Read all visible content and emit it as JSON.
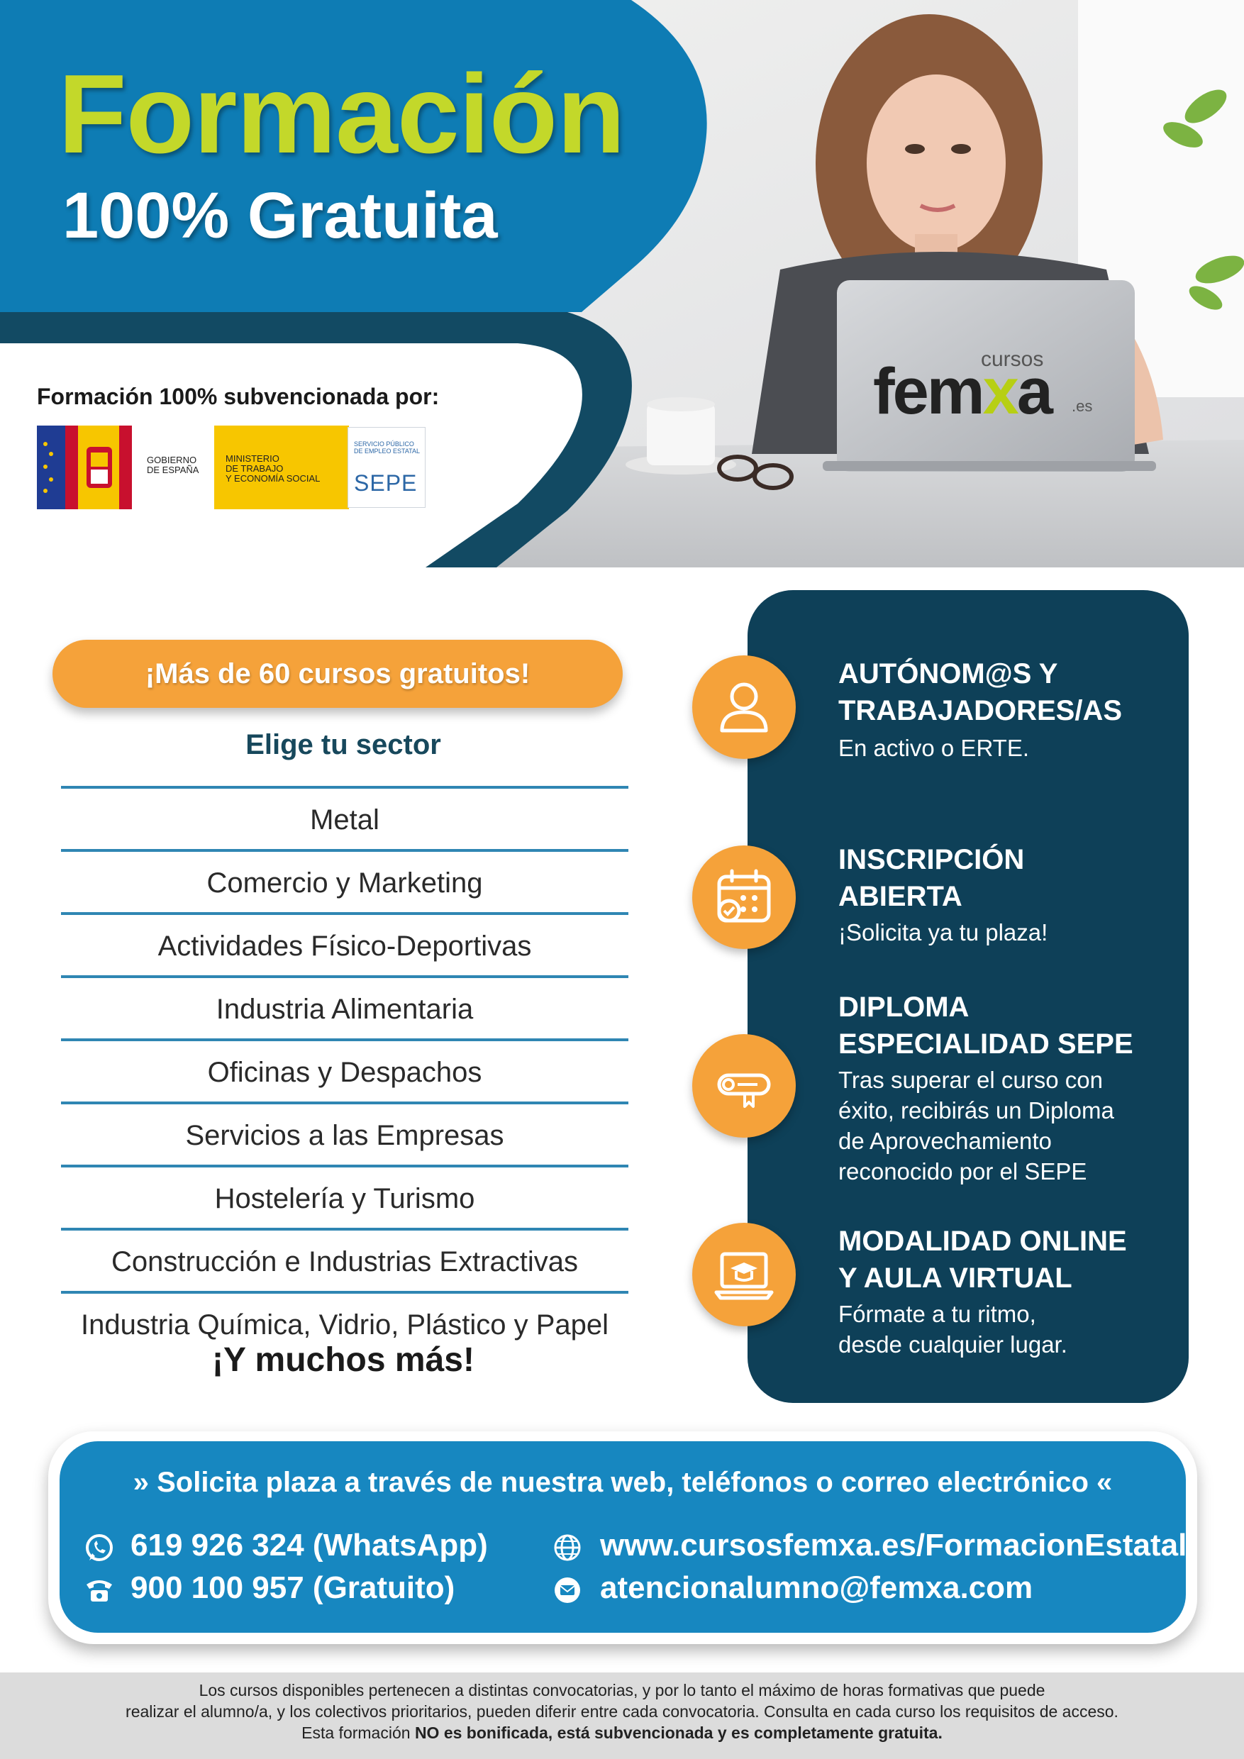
{
  "hero": {
    "title": "Formación",
    "subtitle": "100% Gratuita",
    "subsidy_label": "Formación 100% subvencionada por:"
  },
  "funders": {
    "gov_line1": "GOBIERNO",
    "gov_line2": "DE ESPAÑA",
    "ministry_line1": "MINISTERIO",
    "ministry_line2": "DE TRABAJO",
    "ministry_line3": "Y ECONOMÍA SOCIAL",
    "sepe_small": "SERVICIO PÚBLICO DE EMPLEO ESTATAL",
    "sepe_name": "SEPE"
  },
  "brand": {
    "sub": "cursos",
    "name_start": "fem",
    "name_x": "x",
    "name_end": "a",
    "tld": ".es"
  },
  "courses": {
    "pill_label": "¡Más de 60 cursos gratuitos!",
    "heading": "Elige tu sector",
    "sectors": [
      "Metal",
      "Comercio y Marketing",
      "Actividades Físico-Deportivas",
      "Industria Alimentaria",
      "Oficinas y Despachos",
      "Servicios a las Empresas",
      "Hostelería y Turismo",
      "Construcción e Industrias Extractivas",
      "Industria Química, Vidrio, Plástico y Papel"
    ],
    "more": "¡Y muchos más!"
  },
  "features": [
    {
      "icon": "person-icon",
      "title1": "AUTÓNOM@S Y",
      "title2": "TRABAJADORES/AS",
      "text": [
        "En activo o ERTE."
      ]
    },
    {
      "icon": "calendar-check-icon",
      "title1": "INSCRIPCIÓN",
      "title2": "ABIERTA",
      "text": [
        "¡Solicita ya tu plaza!"
      ]
    },
    {
      "icon": "diploma-icon",
      "title1": "DIPLOMA",
      "title2": "ESPECIALIDAD SEPE",
      "text": [
        "Tras superar el curso con",
        "éxito, recibirás un Diploma",
        "de Aprovechamiento",
        "reconocido por el SEPE"
      ]
    },
    {
      "icon": "laptop-graduation-icon",
      "title1": "MODALIDAD ONLINE",
      "title2": "Y AULA VIRTUAL",
      "text": [
        "Fórmate a tu ritmo,",
        "desde cualquier lugar."
      ]
    }
  ],
  "contact": {
    "headline": "Solicita plaza a través de nuestra web, teléfonos o correo electrónico",
    "whatsapp": "619 926 324 (WhatsApp)",
    "phone": "900 100 957 (Gratuito)",
    "web": "www.cursosfemxa.es/FormacionEstatal",
    "email": "atencionalumno@femxa.com"
  },
  "footer": {
    "line1": "Los cursos disponibles pertenecen a distintas convocatorias, y por lo tanto el máximo de horas formativas que puede",
    "line2": "realizar el alumno/a,  y los colectivos prioritarios, pueden diferir entre cada convocatoria. Consulta en cada curso los requisitos de acceso.",
    "line3_prefix": "Esta formación ",
    "line3_bold": "NO es bonificada, está subvencionada y es completamente gratuita."
  },
  "colors": {
    "accent_green": "#c3d82a",
    "hero_blue": "#0e7cb4",
    "panel_navy": "#0e4058",
    "orange": "#f5a23a",
    "contact_blue": "#1787c0"
  }
}
